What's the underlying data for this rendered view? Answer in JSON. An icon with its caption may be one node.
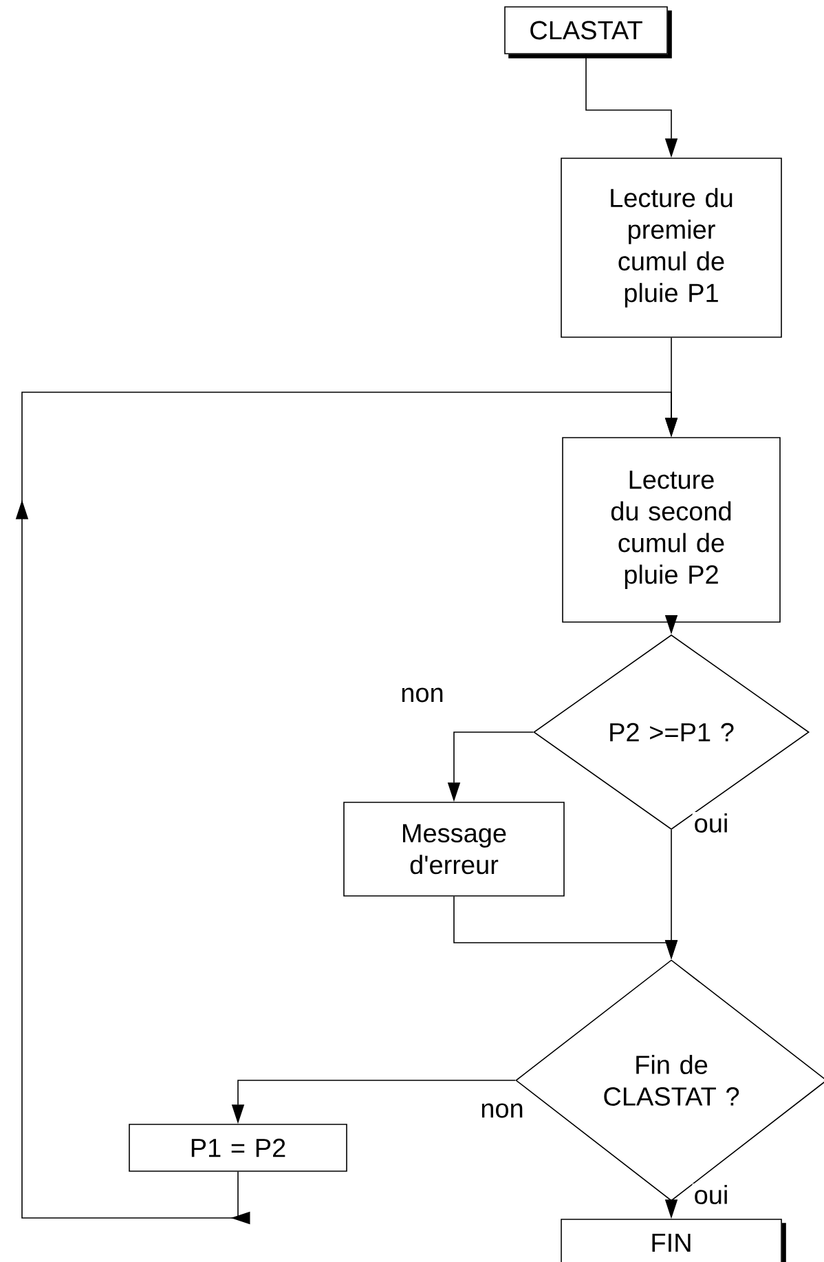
{
  "diagram": {
    "nodes": [
      {
        "text": [
          "CLASTAT"
        ]
      },
      {
        "text": [
          "Lecture du premier cumul de pluie P1"
        ]
      },
      {
        "text": [
          "Lecture du second cumul de pluie P2"
        ]
      },
      {
        "text": [
          "P2 >=P1 ?"
        ]
      },
      {
        "text": [
          "Message d'erreur"
        ]
      },
      {
        "text": [
          "Fin de CLASTAT ?"
        ]
      },
      {
        "text": [
          "P1 = P2"
        ]
      },
      {
        "text": [
          "FIN"
        ]
      }
    ],
    "edges": [
      {
        "from": 0,
        "to": 1,
        "arrow": "to"
      },
      {
        "from": 1,
        "to": 2,
        "arrow": "to"
      },
      {
        "from": 2,
        "to": 3,
        "arrow": "to"
      },
      {
        "from": 3,
        "to": 4,
        "arrow": "to",
        "label": "non"
      },
      {
        "from": 3,
        "to": 5,
        "arrow": "to",
        "label": "oui"
      },
      {
        "from": 4,
        "to": 5,
        "arrow": "to"
      },
      {
        "from": 5,
        "to": 6,
        "arrow": "to",
        "label": "non"
      },
      {
        "from": 5,
        "to": 7,
        "arrow": "to",
        "label": "oui"
      },
      {
        "from": 6,
        "to": 2,
        "arrow": "to"
      }
    ]
  }
}
